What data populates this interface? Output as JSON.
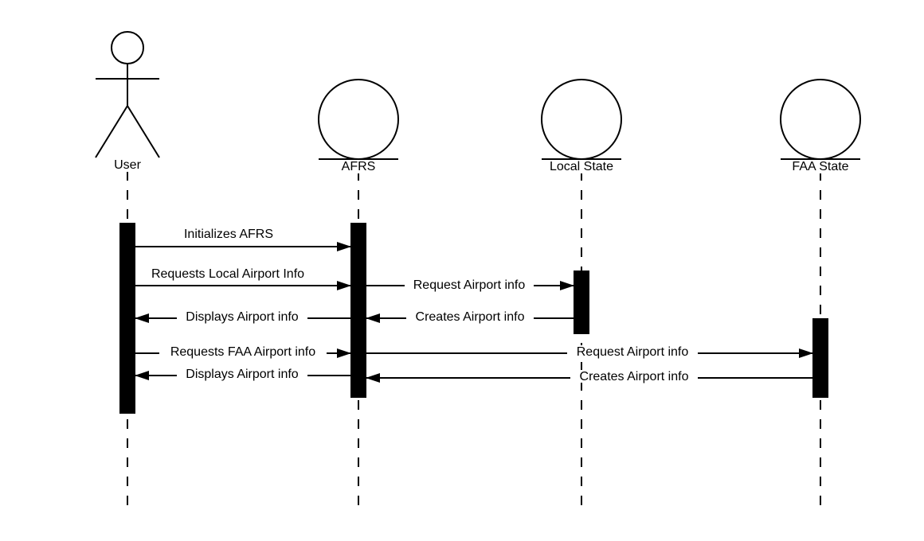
{
  "participants": {
    "user": {
      "label": "User"
    },
    "afrs": {
      "label": "AFRS"
    },
    "local": {
      "label": "Local State"
    },
    "faa": {
      "label": "FAA State"
    }
  },
  "messages": {
    "m1": "Initializes AFRS",
    "m2": "Requests Local Airport Info",
    "m3": "Request Airport info",
    "m4": "Displays Airport info",
    "m5": "Creates Airport info",
    "m6": "Requests FAA Airport info",
    "m7": "Request Airport info",
    "m8": "Displays Airport info",
    "m9": "Creates Airport info"
  }
}
